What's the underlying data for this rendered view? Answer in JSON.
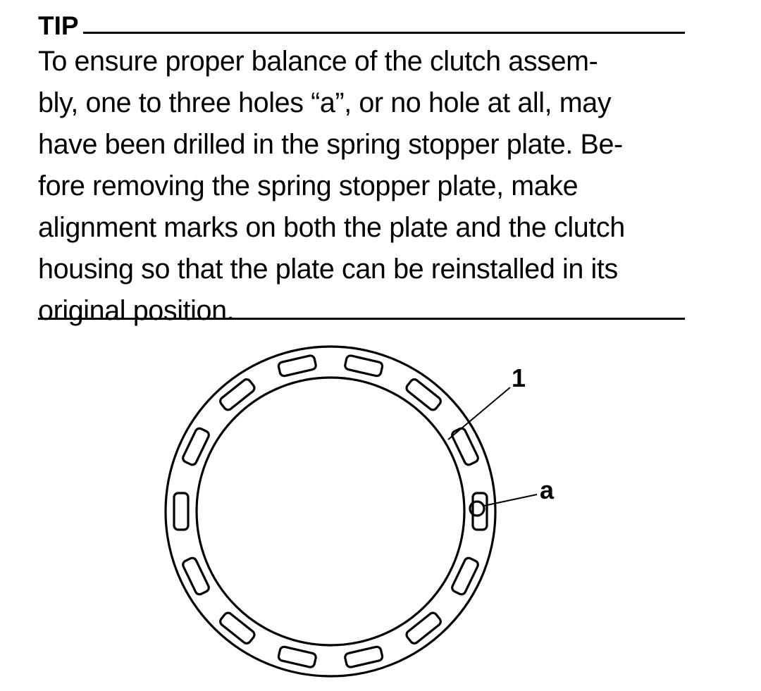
{
  "tip": {
    "label": "TIP",
    "lines": [
      "To ensure proper balance of the clutch assem-",
      "bly, one to three holes “a”, or no hole at all, may",
      "have been drilled in the spring stopper plate. Be-",
      "fore removing the spring stopper plate, make",
      "alignment marks on both the plate and the clutch",
      "housing so that the plate can be reinstalled in its",
      "original position."
    ]
  },
  "figure": {
    "callouts": [
      {
        "id": "part-1",
        "label": "1"
      },
      {
        "id": "hole-a",
        "label": "a"
      }
    ]
  }
}
